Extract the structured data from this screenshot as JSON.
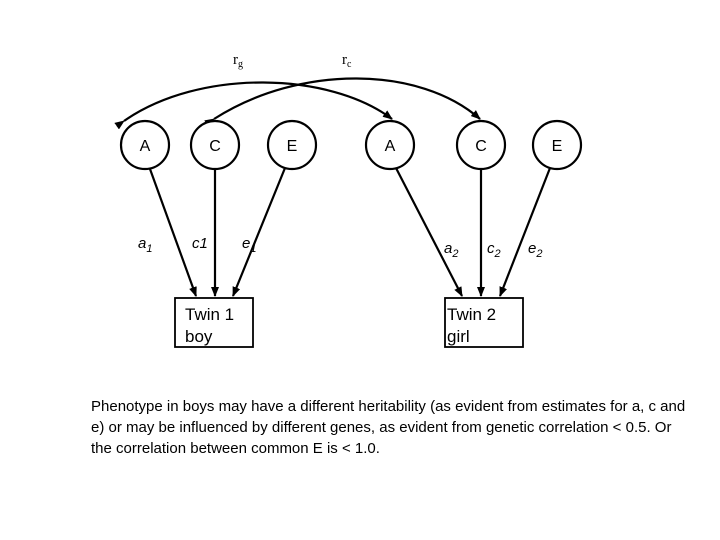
{
  "correlations": {
    "genetic": {
      "symbol": "r",
      "sub": "g"
    },
    "common": {
      "symbol": "r",
      "sub": "c"
    }
  },
  "twin1": {
    "nodes": {
      "A": "A",
      "C": "C",
      "E": "E"
    },
    "paths": {
      "a": {
        "symbol": "a",
        "sub": "1"
      },
      "c": {
        "symbol": "c1",
        "sub": ""
      },
      "e": {
        "symbol": "e",
        "sub": "1"
      }
    },
    "box": {
      "line1": "Twin 1",
      "line2": "boy"
    }
  },
  "twin2": {
    "nodes": {
      "A": "A",
      "C": "C",
      "E": "E"
    },
    "paths": {
      "a": {
        "symbol": "a",
        "sub": "2"
      },
      "c": {
        "symbol": "c",
        "sub": "2"
      },
      "e": {
        "symbol": "e",
        "sub": "2"
      }
    },
    "box": {
      "line1": "Twin 2",
      "line2": "girl"
    }
  },
  "caption": "Phenotype in boys may have a different heritability (as evident from estimates for a, c and e) or may be influenced by different genes, as evident from genetic correlation < 0.5. Or the correlation between common E is < 1.0."
}
